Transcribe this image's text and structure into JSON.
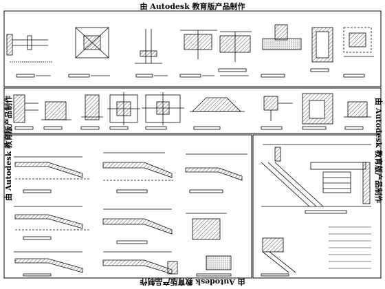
{
  "watermark": {
    "top": "由 Autodesk 教育版产品制作",
    "bottom": "由 Autodesk 教育版产品制作",
    "left": "由 Autodesk 教育版产品制作",
    "right": "由 Autodesk 教育版产品制作"
  },
  "colors": {
    "ink": "#000000",
    "hatch": "#555555",
    "background": "#ffffff"
  }
}
